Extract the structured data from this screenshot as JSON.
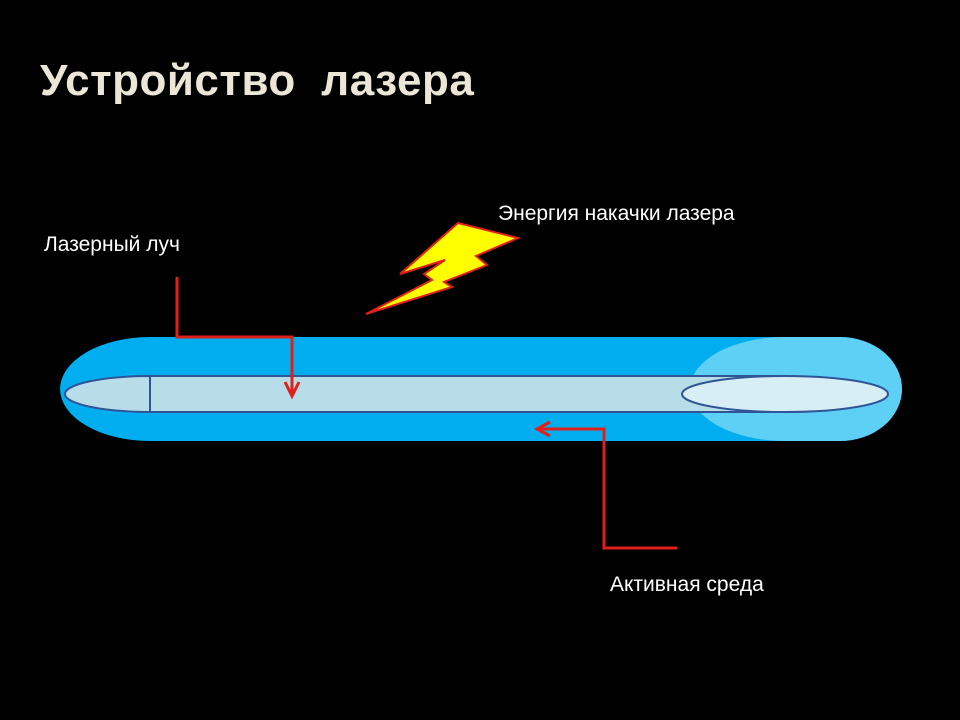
{
  "slide": {
    "title": "Устройство  лазера"
  },
  "labels": {
    "laser_beam": "Лазерный луч",
    "pump_energy": "Энергия накачки лазера",
    "active_medium": "Активная среда"
  },
  "colors": {
    "background": "#000000",
    "title": "#ece6d6",
    "tube_outer": "#00aeef",
    "tube_end_cap": "#5fd0f5",
    "tube_inner": "#b7dde8",
    "tube_inner_end": "#d8eef5",
    "tube_outline": "#2f5597",
    "arrow": "#e0201a",
    "bolt_fill": "#ffff00",
    "bolt_edge": "#e0201a"
  },
  "icons": {
    "pump": "lightning-bolt-icon"
  }
}
